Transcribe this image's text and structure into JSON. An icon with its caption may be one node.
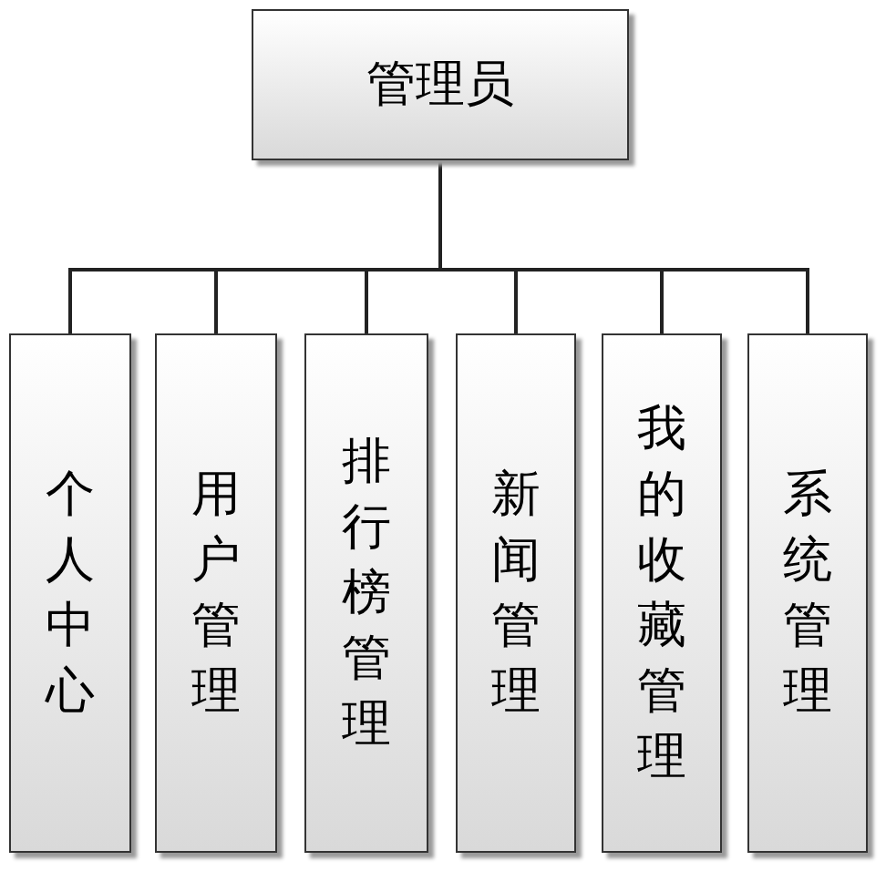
{
  "diagram": {
    "nodes": [
      {
        "text": [
          "管理员"
        ]
      },
      {
        "text": [
          "个人中心"
        ]
      },
      {
        "text": [
          "用户管理"
        ]
      },
      {
        "text": [
          "排行榜管理"
        ]
      },
      {
        "text": [
          "新闻管理"
        ]
      },
      {
        "text": [
          "我的收藏管理"
        ]
      },
      {
        "text": [
          "系统管理"
        ]
      }
    ],
    "edges": [
      {
        "from": 0,
        "to": 1,
        "arrow": "none"
      },
      {
        "from": 0,
        "to": 2,
        "arrow": "none"
      },
      {
        "from": 0,
        "to": 3,
        "arrow": "none"
      },
      {
        "from": 0,
        "to": 4,
        "arrow": "none"
      },
      {
        "from": 0,
        "to": 5,
        "arrow": "none"
      },
      {
        "from": 0,
        "to": 6,
        "arrow": "none"
      }
    ]
  }
}
